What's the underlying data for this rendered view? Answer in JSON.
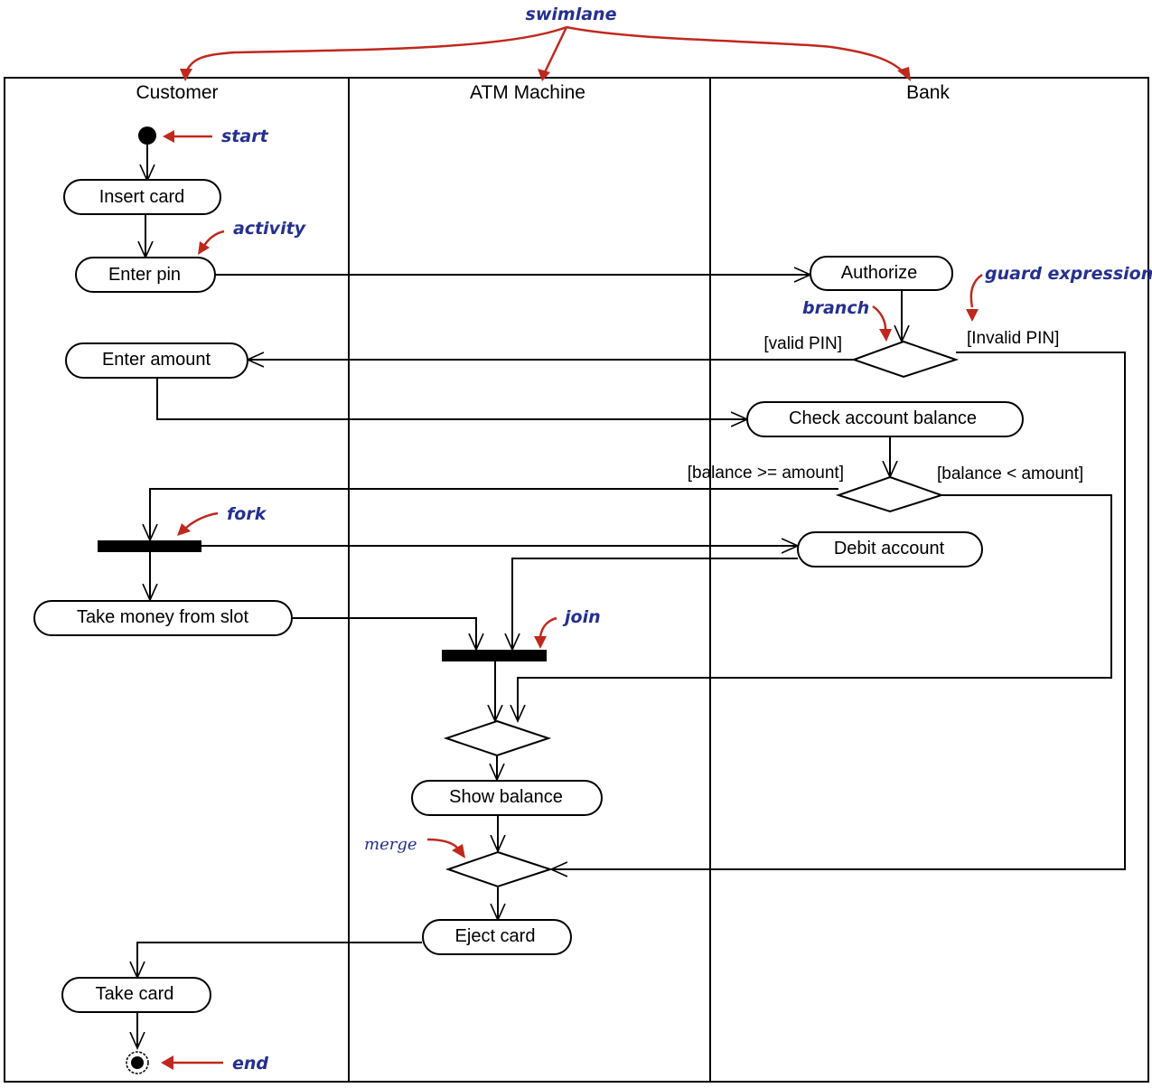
{
  "diagram": {
    "type": "UML activity diagram",
    "subject": "ATM withdrawal",
    "swimlanes": [
      {
        "id": "customer",
        "title": "Customer"
      },
      {
        "id": "atm",
        "title": "ATM Machine"
      },
      {
        "id": "bank",
        "title": "Bank"
      }
    ],
    "nodes": {
      "start": {
        "kind": "initial",
        "lane": "customer"
      },
      "insert_card": {
        "kind": "activity",
        "label": "Insert card",
        "lane": "customer"
      },
      "enter_pin": {
        "kind": "activity",
        "label": "Enter pin",
        "lane": "customer"
      },
      "authorize": {
        "kind": "activity",
        "label": "Authorize",
        "lane": "bank"
      },
      "pin_branch": {
        "kind": "branch",
        "lane": "bank"
      },
      "enter_amount": {
        "kind": "activity",
        "label": "Enter amount",
        "lane": "customer"
      },
      "check_balance": {
        "kind": "activity",
        "label": "Check account balance",
        "lane": "bank"
      },
      "balance_branch": {
        "kind": "branch",
        "lane": "bank"
      },
      "fork": {
        "kind": "fork",
        "lane": "customer"
      },
      "debit_account": {
        "kind": "activity",
        "label": "Debit account",
        "lane": "bank"
      },
      "take_money": {
        "kind": "activity",
        "label": "Take money from slot",
        "lane": "customer"
      },
      "join": {
        "kind": "join",
        "lane": "atm"
      },
      "merge1": {
        "kind": "merge",
        "lane": "atm"
      },
      "show_balance": {
        "kind": "activity",
        "label": "Show balance",
        "lane": "atm"
      },
      "merge2": {
        "kind": "merge",
        "lane": "atm"
      },
      "eject_card": {
        "kind": "activity",
        "label": "Eject card",
        "lane": "atm"
      },
      "take_card": {
        "kind": "activity",
        "label": "Take card",
        "lane": "customer"
      },
      "end": {
        "kind": "final",
        "lane": "customer"
      }
    },
    "guards": {
      "valid_pin": "[valid PIN]",
      "invalid_pin": "[Invalid PIN]",
      "balance_ok": "[balance >= amount]",
      "balance_low": "[balance < amount]"
    },
    "edges": [
      {
        "from": "start",
        "to": "insert_card"
      },
      {
        "from": "insert_card",
        "to": "enter_pin"
      },
      {
        "from": "enter_pin",
        "to": "authorize"
      },
      {
        "from": "authorize",
        "to": "pin_branch"
      },
      {
        "from": "pin_branch",
        "to": "enter_amount",
        "guard": "[valid PIN]"
      },
      {
        "from": "pin_branch",
        "to": "merge2",
        "guard": "[Invalid PIN]"
      },
      {
        "from": "enter_amount",
        "to": "check_balance"
      },
      {
        "from": "check_balance",
        "to": "balance_branch"
      },
      {
        "from": "balance_branch",
        "to": "fork",
        "guard": "[balance >= amount]"
      },
      {
        "from": "balance_branch",
        "to": "merge1",
        "guard": "[balance < amount]"
      },
      {
        "from": "fork",
        "to": "debit_account"
      },
      {
        "from": "fork",
        "to": "take_money"
      },
      {
        "from": "take_money",
        "to": "join"
      },
      {
        "from": "debit_account",
        "to": "join"
      },
      {
        "from": "join",
        "to": "merge1"
      },
      {
        "from": "merge1",
        "to": "show_balance"
      },
      {
        "from": "show_balance",
        "to": "merge2"
      },
      {
        "from": "merge2",
        "to": "eject_card"
      },
      {
        "from": "eject_card",
        "to": "take_card"
      },
      {
        "from": "take_card",
        "to": "end"
      }
    ]
  },
  "annotations": {
    "swimlane": "swimlane",
    "start": "start",
    "activity": "activity",
    "guard_expression": "guard expression",
    "branch": "branch",
    "fork": "fork",
    "join": "join",
    "merge": "merge",
    "end": "end"
  },
  "colors": {
    "annotation_text": "#25308f",
    "annotation_arrow": "#c0281e",
    "line": "#000000",
    "background": "#ffffff"
  }
}
